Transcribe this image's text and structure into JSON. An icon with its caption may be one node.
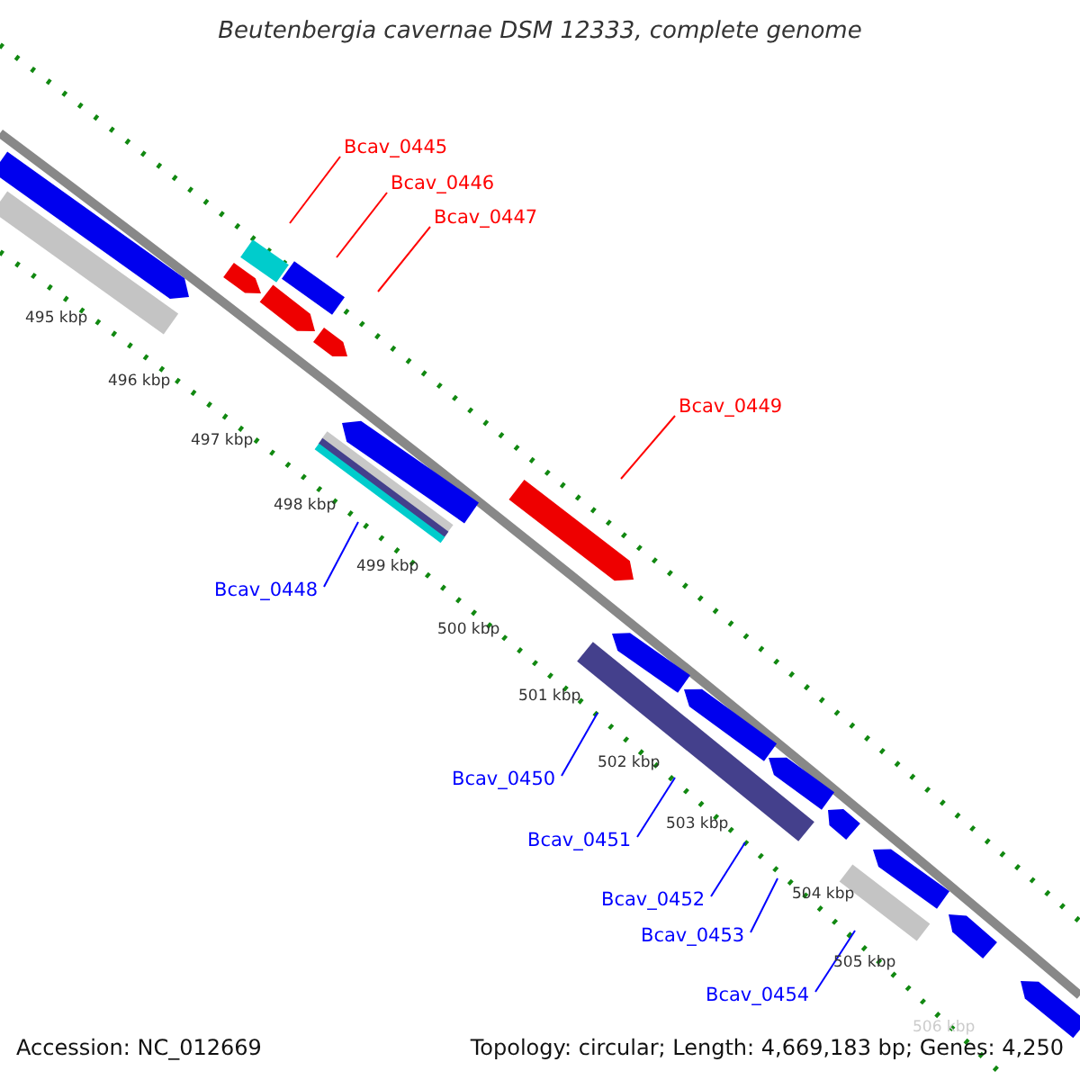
{
  "diagram": {
    "title": "Beutenbergia cavernae DSM 12333, complete genome",
    "nodes": [
      {
        "text": [
          "Bcav_0445"
        ]
      },
      {
        "text": [
          "Bcav_0446"
        ]
      },
      {
        "text": [
          "Bcav_0447"
        ]
      },
      {
        "text": [
          "Bcav_0449"
        ]
      },
      {
        "text": [
          "Bcav_0448"
        ]
      },
      {
        "text": [
          "Bcav_0450"
        ]
      },
      {
        "text": [
          "Bcav_0451"
        ]
      },
      {
        "text": [
          "Bcav_0452"
        ]
      },
      {
        "text": [
          "Bcav_0453"
        ]
      },
      {
        "text": [
          "Bcav_0454"
        ]
      }
    ],
    "edges": [
      {
        "from": 0,
        "to": null,
        "arrow": "none",
        "color": "#ff0000"
      },
      {
        "from": 1,
        "to": null,
        "arrow": "none",
        "color": "#ff0000"
      },
      {
        "from": 2,
        "to": null,
        "arrow": "none",
        "color": "#ff0000"
      },
      {
        "from": 3,
        "to": null,
        "arrow": "none",
        "color": "#ff0000"
      },
      {
        "from": 4,
        "to": null,
        "arrow": "none"
      },
      {
        "from": 5,
        "to": null,
        "arrow": "none"
      },
      {
        "from": 6,
        "to": null,
        "arrow": "none"
      },
      {
        "from": 7,
        "to": null,
        "arrow": "none"
      },
      {
        "from": 8,
        "to": null,
        "arrow": "none"
      },
      {
        "from": 9,
        "to": null,
        "arrow": "none"
      }
    ],
    "labels": [
      "495 kbp",
      "496 kbp",
      "497 kbp",
      "498 kbp",
      "499 kbp",
      "500 kbp",
      "501 kbp",
      "502 kbp",
      "503 kbp",
      "504 kbp",
      "505 kbp",
      "506 kbp",
      "Accession: NC_012669",
      "Topology: circular; Length: 4,669,183 bp; Genes: 4,250"
    ]
  }
}
